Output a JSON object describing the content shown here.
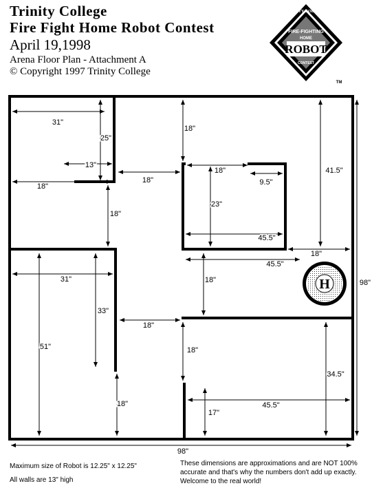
{
  "header": {
    "title_line1": "Trinity College",
    "title_line2": "Fire Fight Home Robot Contest",
    "date": "April 19,1998",
    "subtitle": "Arena Floor Plan - Attachment A",
    "copyright": "© Copyright 1997 Trinity College"
  },
  "logo": {
    "top_text": "TRINITY COLLEGE",
    "mid_text": "FIRE-FIGHTING",
    "home_text": "HOME",
    "robot_text": "ROBOT",
    "bottom_text": "CONTEST",
    "tm": "TM"
  },
  "dimensions": {
    "d31_top": "31\"",
    "d25": "25\"",
    "d13": "13\"",
    "d18_left_top": "18\"",
    "d18_corridor_top": "18\"",
    "d18_top_center": "18\"",
    "d18_room_top": "18\"",
    "d9_5": "9.5\"",
    "d41_5": "41.5\"",
    "d23": "23\"",
    "d18_left_mid": "18\"",
    "d45_5_room": "45.5\"",
    "d18_right": "18\"",
    "d45_5_mid": "45.5\"",
    "d98_right": "98\"",
    "d31_mid": "31\"",
    "d33": "33\"",
    "d18_center_mid": "18\"",
    "d18_corridor_mid": "18\"",
    "d51": "51\"",
    "d18_center_low": "18\"",
    "d34_5": "34.5\"",
    "d18_bottom_left": "18\"",
    "d17": "17\"",
    "d45_5_bottom": "45.5\"",
    "d98_bottom": "98\""
  },
  "home_circle_label": "H",
  "notes": {
    "robot_size": "Maximum size of Robot is 12.25\" x 12.25\"",
    "walls": "All walls are 13\" high",
    "disclaimer": "These dimensions are approximations and are NOT 100% accurate and that's why the numbers don't add up exactly. Welcome to the real world!"
  }
}
